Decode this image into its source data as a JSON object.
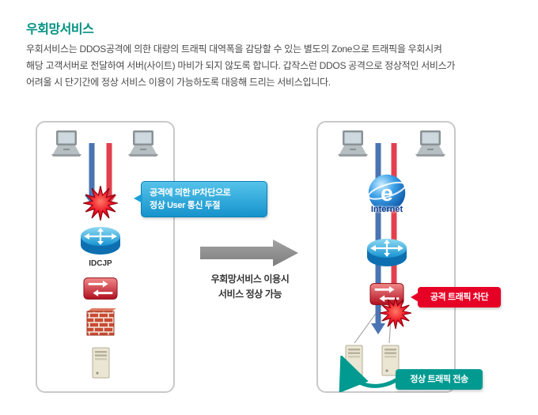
{
  "page": {
    "title": "우회망서비스",
    "description_lines": [
      "우회서비스는 DDOS공격에 의한 대량의 트래픽 대역폭을 감당할 수 있는 별도의 Zone으로 트래픽을 우회시켜",
      "해당 고객서버로 전달하여 서버(사이트) 마비가 되지 않도록 합니다. 갑작스런 DDOS 공격으로 정상적인 서비스가",
      "어려울 시 단기간에 정상 서비스 이용이 가능하도록 대응해 드리는 서비스입니다."
    ]
  },
  "before_panel": {
    "callout_lines": [
      "공격에 의한 IP차단으로",
      "정상 User 통신 두절"
    ],
    "router_label": "IDCJP"
  },
  "transition": {
    "caption_lines": [
      "우회망서비스 이용시",
      "서비스 정상 가능"
    ]
  },
  "after_panel": {
    "logo_letter": "e",
    "internet_label": "Internet",
    "attack_callout": "공격 트래픽 차단",
    "normal_callout": "정상 트래픽 전송"
  },
  "colors": {
    "title_teal": "#009182",
    "callout_blue": "#1d9ed6",
    "callout_red": "#e60026",
    "callout_teal": "#009a90",
    "arrow_blue": "#4a74b2",
    "arrow_red": "#e2404e",
    "transition_arrow_gray": "#8e8e8e"
  }
}
